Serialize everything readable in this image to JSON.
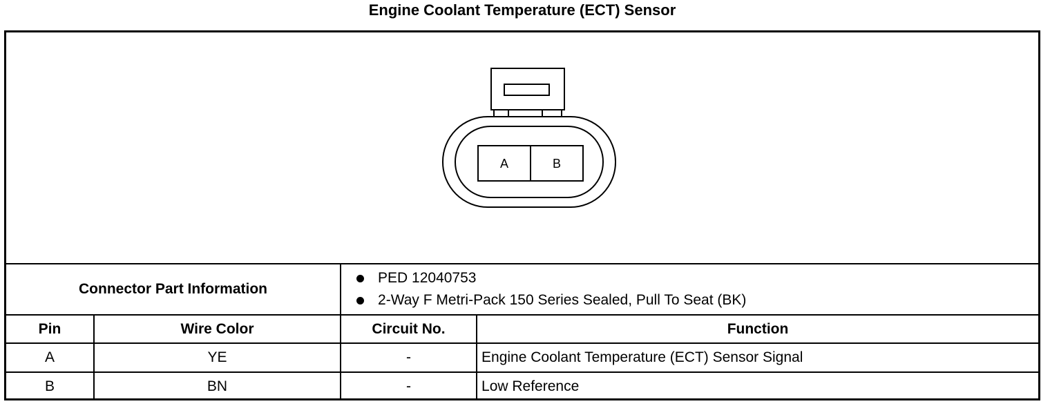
{
  "title": "Engine Coolant Temperature (ECT) Sensor",
  "connector": {
    "pins": [
      "A",
      "B"
    ]
  },
  "part_info": {
    "label": "Connector Part Information",
    "items": [
      "PED 12040753",
      "2-Way F Metri-Pack 150 Series Sealed, Pull To Seat (BK)"
    ]
  },
  "table": {
    "headers": [
      "Pin",
      "Wire Color",
      "Circuit No.",
      "Function"
    ],
    "rows": [
      [
        "A",
        "YE",
        "-",
        "Engine Coolant Temperature (ECT) Sensor Signal"
      ],
      [
        "B",
        "BN",
        "-",
        "Low Reference"
      ]
    ]
  }
}
